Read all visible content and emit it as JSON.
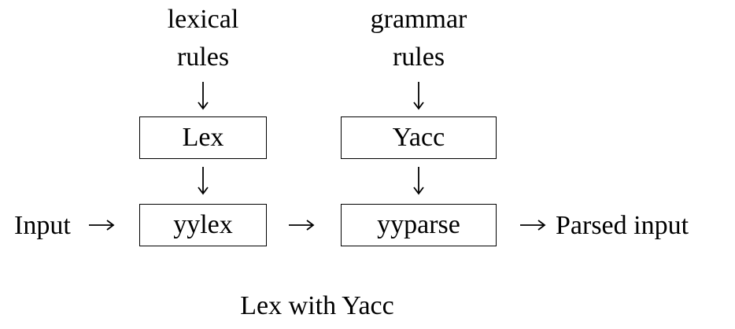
{
  "diagram": {
    "top_labels": {
      "lexical_line1": "lexical",
      "lexical_line2": "rules",
      "grammar_line1": "grammar",
      "grammar_line2": "rules"
    },
    "boxes": {
      "lex": "Lex",
      "yacc": "Yacc",
      "yylex": "yylex",
      "yyparse": "yyparse"
    },
    "flow": {
      "input": "Input",
      "output": "Parsed input"
    },
    "caption": "Lex with Yacc"
  }
}
